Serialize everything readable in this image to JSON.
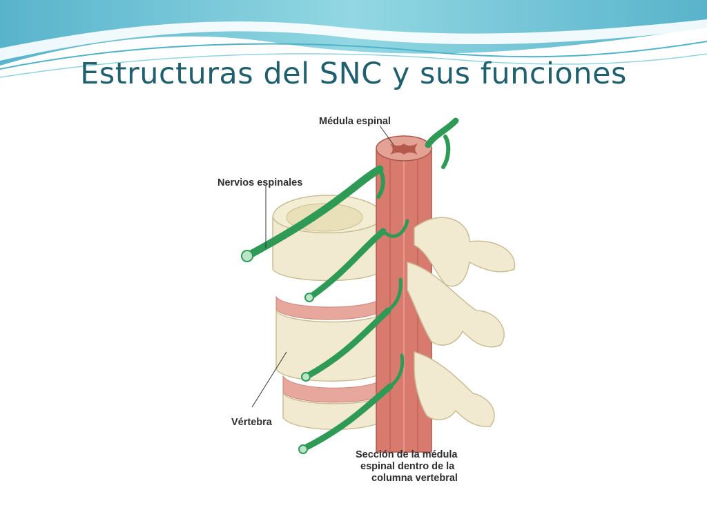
{
  "slide": {
    "title": "Estructuras del SNC y sus funciones"
  },
  "diagram": {
    "labels": {
      "spinal_cord": "Médula espinal",
      "spinal_nerves": "Nervios espinales",
      "vertebra": "Vértebra",
      "caption_line1": "Sección de la médula",
      "caption_line2": "espinal dentro de la",
      "caption_line3": "columna vertebral"
    }
  },
  "colors": {
    "title": "#1f5f6e",
    "wave_light": "#a8dde6",
    "wave_mid": "#5fbfd0",
    "nerve": "#2e9a55",
    "cord": "#d97a6e",
    "bone": "#f1ead0",
    "disc": "#e8a79d"
  }
}
